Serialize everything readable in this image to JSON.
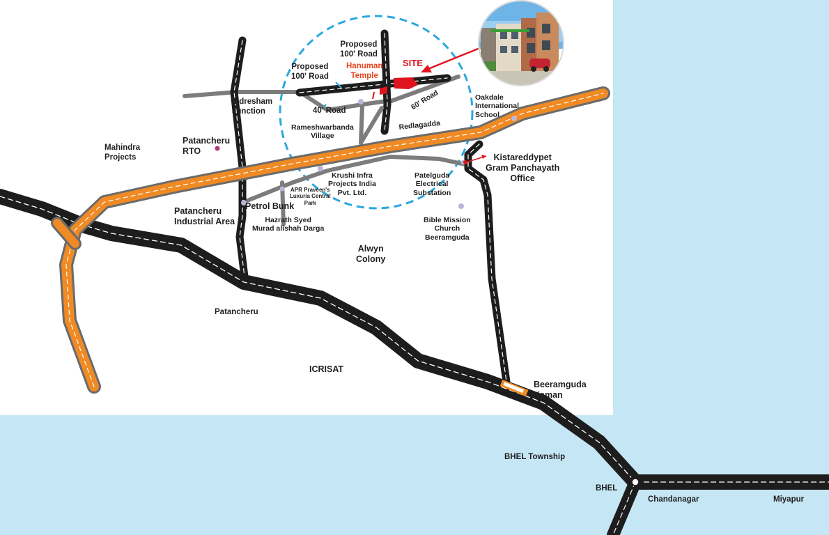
{
  "map": {
    "labels": {
      "proposed_100_road_top": "Proposed\n100' Road",
      "proposed_100_road_left": "Proposed\n100' Road",
      "hanuman_temple": "Hanuman\nTemple",
      "site": "SITE",
      "indresham_junction": "Indresham\nJunction",
      "road_40": "40' Road",
      "road_60": "60' Road",
      "rameshwarbanda_village": "Rameshwarbanda\nVillage",
      "redlagadda": "Redlagadda",
      "oakdale_school": "Oakdale\nInternational\nSchool",
      "mahindra_projects": "Mahindra\nProjects",
      "patancheru_rto": "Patancheru\nRTO",
      "kistareddypet": "Kistareddypet\nGram Panchayath\nOffice",
      "krushi_infra": "Krushi Infra\nProjects India\nPvt. Ltd.",
      "patelguda_substation": "Patelguda\nElectrical\nSubstation",
      "apr_praveens": "APR Praveen's\nLuxuria Central\nPark",
      "petrol_bunk": "Petrol Bunk",
      "patancheru_industrial": "Patancheru\nIndustrial Area",
      "hazrath_syed": "Hazrath Syed\nMurad alishah Darga",
      "bible_mission": "Bible Mission\nChurch\nBeeramguda",
      "alwyn_colony": "Alwyn\nColony",
      "patancheru": "Patancheru",
      "icrisat": "ICRISAT",
      "beeramguda_kaman": "Beeramguda\nKaman",
      "bhel_township": "BHEL Township",
      "bhel": "BHEL",
      "chandanagar": "Chandanagar",
      "miyapur": "Miyapur"
    },
    "colors": {
      "land": "#ffffff",
      "water_bg": "#c5e6f5",
      "highway_orange": "#f08a24",
      "highway_casing": "#6b6b6b",
      "black_road": "#1d1d1d",
      "minor_road": "#7c7c7c",
      "dashed_circle": "#2aa8de",
      "site_red": "#e0141e",
      "landmark_lavender": "#b9b6d9",
      "landmark_magenta": "#b0397f",
      "temple_orange": "#e8431d"
    },
    "icons": {
      "site_marker": "site-arrow-icon",
      "building_photo": "building-photo-icon"
    }
  }
}
